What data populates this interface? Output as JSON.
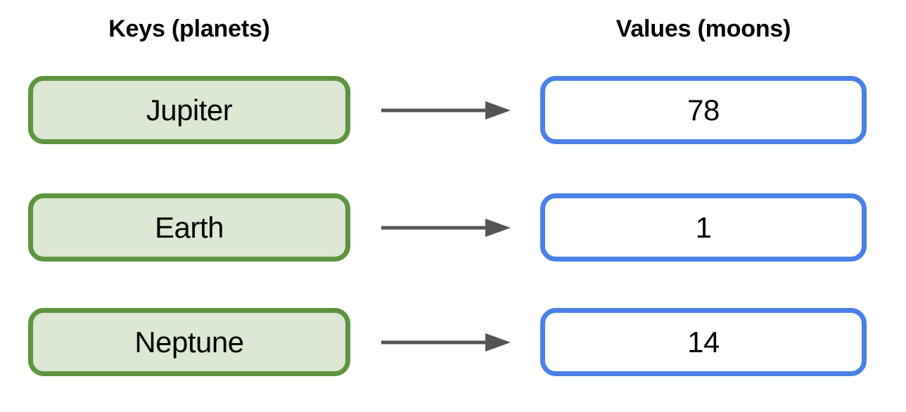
{
  "diagram": {
    "type": "key-value-mapping",
    "background_color": "#ffffff",
    "columns": {
      "keys_header": "Keys (planets)",
      "values_header": "Values (moons)"
    },
    "colors": {
      "key_border": "#5E9440",
      "key_fill": "#DCE7D4",
      "value_border": "#4A80E8",
      "value_fill": "#FFFFFF",
      "arrow": "#555555",
      "text": "#000000"
    },
    "pairs": [
      {
        "key": "Jupiter",
        "value": "78",
        "arrow": "arrow-right-icon"
      },
      {
        "key": "Earth",
        "value": "1",
        "arrow": "arrow-right-icon"
      },
      {
        "key": "Neptune",
        "value": "14",
        "arrow": "arrow-right-icon"
      }
    ]
  }
}
